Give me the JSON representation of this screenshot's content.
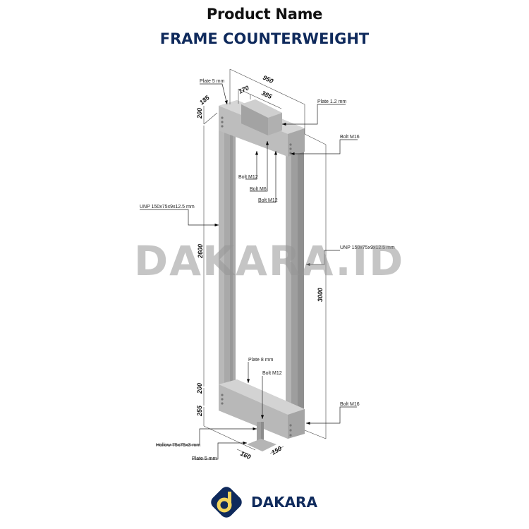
{
  "header": {
    "label": "Product Name",
    "product": "FRAME COUNTERWEIGHT"
  },
  "watermark": "DAKARA.ID",
  "brand": {
    "name": "DAKARA",
    "mark": "d",
    "color": "#0f2a5c",
    "accent": "#f2d45c"
  },
  "dimensions": {
    "top_width": "950",
    "top_offset": "170",
    "top_box": "385",
    "top_depth": "185",
    "top_height": "200",
    "left_height": "2600",
    "right_height": "3000",
    "bottom_height": "200",
    "post_height": "255",
    "base_a": "160",
    "base_b": "150"
  },
  "labels": {
    "plate_top": "Plate 5 mm",
    "plate_12": "Plate 1.2 mm",
    "bolt_m16_top": "Bolt M16",
    "bolt_m12_a": "Bolt M12",
    "bolt_m6": "Bolt M6",
    "bolt_m12_b": "Bolt M12",
    "unp_left": "UNP 150x75x9x12.5 mm",
    "unp_right": "UNP 150x75x9x12.5 mm",
    "plate_8": "Plate 8 mm",
    "bolt_m12_bottom": "Bolt M12",
    "bolt_m16_bottom": "Bolt M16",
    "hollow": "Hollow 75x75x3 mm",
    "plate_bottom": "Plate 5 mm"
  }
}
